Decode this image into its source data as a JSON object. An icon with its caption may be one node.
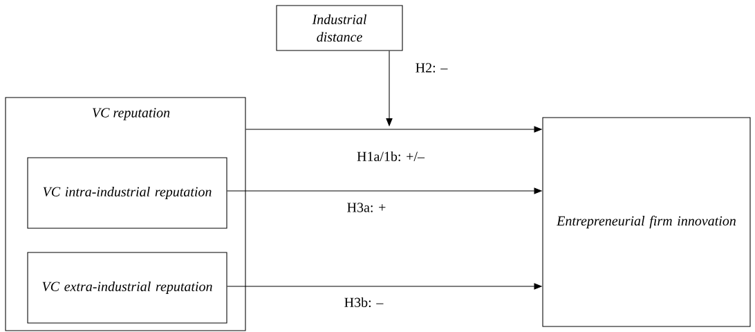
{
  "diagram": {
    "nodes": [
      {
        "text": [
          "Industrial distance"
        ]
      },
      {
        "text": [
          "VC reputation"
        ]
      },
      {
        "text": [
          "VC intra-industrial reputation"
        ],
        "in": 1
      },
      {
        "text": [
          "VC extra-industrial reputation"
        ],
        "in": 1
      },
      {
        "text": [
          "Entrepreneurial firm innovation"
        ]
      }
    ],
    "edges": [
      {
        "from": 0,
        "to": null,
        "arrow": "to",
        "label": "H2: –"
      },
      {
        "from": 1,
        "to": 4,
        "arrow": "to",
        "label": "H1a/1b: +/–"
      },
      {
        "from": 2,
        "to": 4,
        "arrow": "to",
        "label": "H3a: +"
      },
      {
        "from": 3,
        "to": 4,
        "arrow": "to",
        "label": "H3b: –"
      }
    ]
  }
}
